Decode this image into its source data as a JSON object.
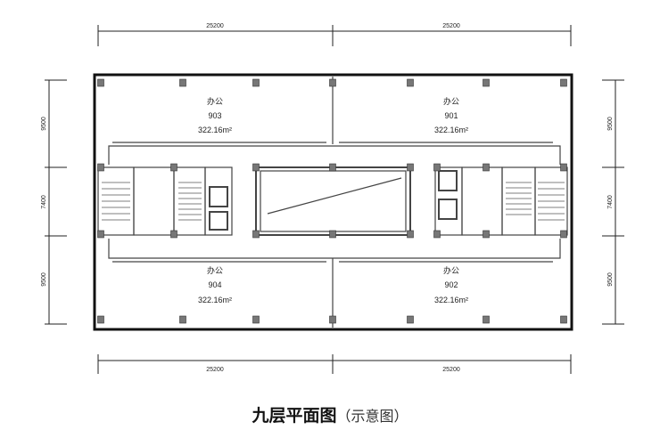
{
  "dimensions": {
    "top": [
      "25200",
      "25200"
    ],
    "bottom": [
      "25200",
      "25200"
    ],
    "left": [
      "9500",
      "7400",
      "9500"
    ],
    "right": [
      "9500",
      "7400",
      "9500"
    ]
  },
  "units": [
    {
      "use": "办公",
      "number": "903",
      "area": "322.16m²"
    },
    {
      "use": "办公",
      "number": "901",
      "area": "322.16m²"
    },
    {
      "use": "办公",
      "number": "904",
      "area": "322.16m²"
    },
    {
      "use": "办公",
      "number": "902",
      "area": "322.16m²"
    }
  ],
  "title": {
    "main": "九层平面图",
    "sub": "（示意图）"
  }
}
